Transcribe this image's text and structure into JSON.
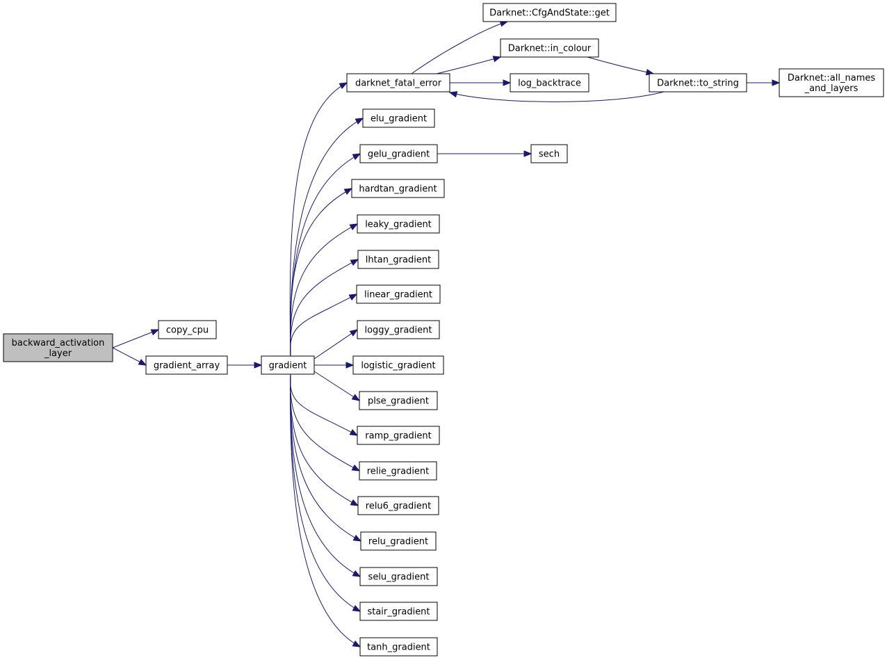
{
  "colors": {
    "edge": "#191970",
    "root_fill": "#bfbfbf",
    "node_fill": "#ffffff",
    "border": "#000000"
  },
  "nodes": [
    {
      "id": "backward_activation_layer",
      "lines": [
        "backward_activation",
        "_layer"
      ],
      "root": true
    },
    {
      "id": "copy_cpu",
      "lines": [
        "copy_cpu"
      ]
    },
    {
      "id": "gradient_array",
      "lines": [
        "gradient_array"
      ]
    },
    {
      "id": "gradient",
      "lines": [
        "gradient"
      ]
    },
    {
      "id": "darknet_fatal_error",
      "lines": [
        "darknet_fatal_error"
      ]
    },
    {
      "id": "elu_gradient",
      "lines": [
        "elu_gradient"
      ]
    },
    {
      "id": "gelu_gradient",
      "lines": [
        "gelu_gradient"
      ]
    },
    {
      "id": "hardtan_gradient",
      "lines": [
        "hardtan_gradient"
      ]
    },
    {
      "id": "leaky_gradient",
      "lines": [
        "leaky_gradient"
      ]
    },
    {
      "id": "lhtan_gradient",
      "lines": [
        "lhtan_gradient"
      ]
    },
    {
      "id": "linear_gradient",
      "lines": [
        "linear_gradient"
      ]
    },
    {
      "id": "loggy_gradient",
      "lines": [
        "loggy_gradient"
      ]
    },
    {
      "id": "logistic_gradient",
      "lines": [
        "logistic_gradient"
      ]
    },
    {
      "id": "plse_gradient",
      "lines": [
        "plse_gradient"
      ]
    },
    {
      "id": "ramp_gradient",
      "lines": [
        "ramp_gradient"
      ]
    },
    {
      "id": "relie_gradient",
      "lines": [
        "relie_gradient"
      ]
    },
    {
      "id": "relu6_gradient",
      "lines": [
        "relu6_gradient"
      ]
    },
    {
      "id": "relu_gradient",
      "lines": [
        "relu_gradient"
      ]
    },
    {
      "id": "selu_gradient",
      "lines": [
        "selu_gradient"
      ]
    },
    {
      "id": "stair_gradient",
      "lines": [
        "stair_gradient"
      ]
    },
    {
      "id": "tanh_gradient",
      "lines": [
        "tanh_gradient"
      ]
    },
    {
      "id": "cfg_get",
      "lines": [
        "Darknet::CfgAndState::get"
      ]
    },
    {
      "id": "in_colour",
      "lines": [
        "Darknet::in_colour"
      ]
    },
    {
      "id": "log_backtrace",
      "lines": [
        "log_backtrace"
      ]
    },
    {
      "id": "to_string",
      "lines": [
        "Darknet::to_string"
      ]
    },
    {
      "id": "all_names",
      "lines": [
        "Darknet::all_names",
        "_and_layers"
      ]
    },
    {
      "id": "sech",
      "lines": [
        "sech"
      ]
    }
  ],
  "edges": [
    [
      "backward_activation_layer",
      "copy_cpu"
    ],
    [
      "backward_activation_layer",
      "gradient_array"
    ],
    [
      "gradient_array",
      "gradient"
    ],
    [
      "gradient",
      "darknet_fatal_error"
    ],
    [
      "gradient",
      "elu_gradient"
    ],
    [
      "gradient",
      "gelu_gradient"
    ],
    [
      "gradient",
      "hardtan_gradient"
    ],
    [
      "gradient",
      "leaky_gradient"
    ],
    [
      "gradient",
      "lhtan_gradient"
    ],
    [
      "gradient",
      "linear_gradient"
    ],
    [
      "gradient",
      "loggy_gradient"
    ],
    [
      "gradient",
      "logistic_gradient"
    ],
    [
      "gradient",
      "plse_gradient"
    ],
    [
      "gradient",
      "ramp_gradient"
    ],
    [
      "gradient",
      "relie_gradient"
    ],
    [
      "gradient",
      "relu6_gradient"
    ],
    [
      "gradient",
      "relu_gradient"
    ],
    [
      "gradient",
      "selu_gradient"
    ],
    [
      "gradient",
      "stair_gradient"
    ],
    [
      "gradient",
      "tanh_gradient"
    ],
    [
      "darknet_fatal_error",
      "cfg_get"
    ],
    [
      "darknet_fatal_error",
      "in_colour"
    ],
    [
      "darknet_fatal_error",
      "log_backtrace"
    ],
    [
      "in_colour",
      "to_string"
    ],
    [
      "to_string",
      "all_names"
    ],
    [
      "to_string",
      "darknet_fatal_error"
    ],
    [
      "gelu_gradient",
      "sech"
    ]
  ]
}
